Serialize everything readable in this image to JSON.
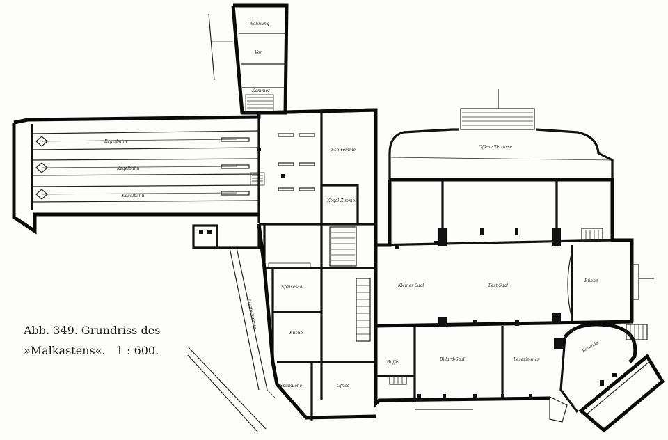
{
  "caption": {
    "line1": "Abb. 349. Grundriss des",
    "line2": "»Malkastens«.",
    "scale": "1 : 600."
  },
  "rooms": {
    "tower_top": "Wohnung",
    "tower_mid": "Vor",
    "tower_low": "Kammer",
    "lane1": "Kegelbahn",
    "lane2": "Kegelbahn",
    "lane3": "Kegelbahn",
    "upper_hall": "Schwemme",
    "bowling_room": "Kegel-Zimmer",
    "terrace": "Offene Terrasse",
    "small_hall": "Kleiner Saal",
    "festsaal": "Fest-Saal",
    "buhne": "Bühne",
    "kuche_left": "Speisesaal",
    "kitchen2": "Küche",
    "buffet": "Buffet",
    "billiard": "Billard-Saal",
    "lesezimmer": "Lesezimmer",
    "rotunda": "Rotunde",
    "spulkuche": "Spülküche",
    "office": "Office",
    "street": "Jakobi-Strasse"
  }
}
